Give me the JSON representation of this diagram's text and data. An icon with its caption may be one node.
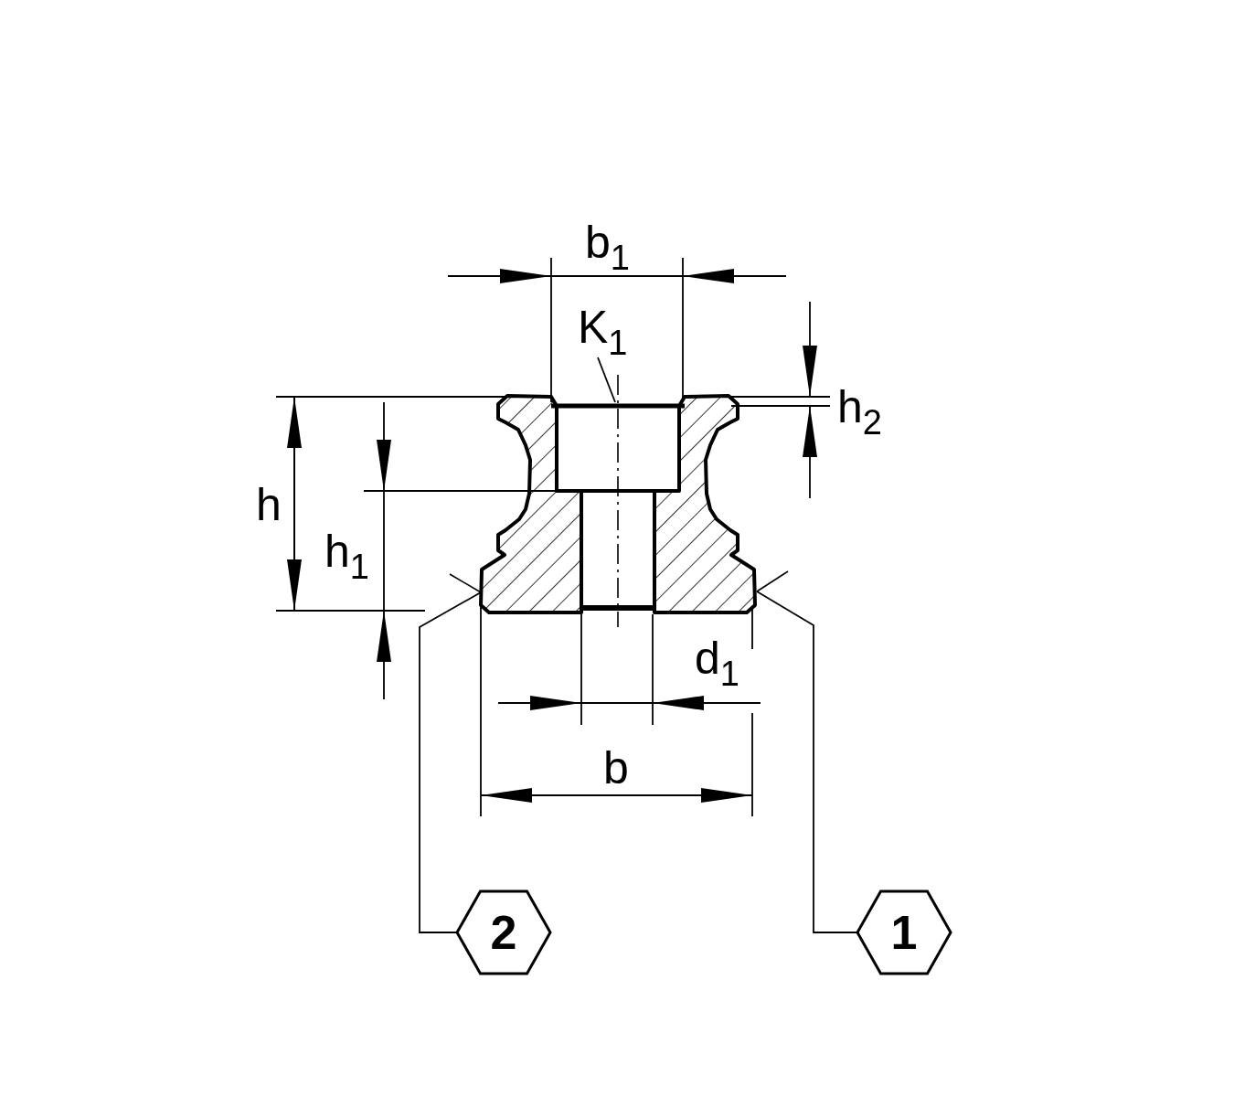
{
  "diagram": {
    "nodes": [
      {
        "text": [
          "K$_{1}$"
        ]
      },
      {
        "text": [
          "2"
        ]
      },
      {
        "text": [
          "1"
        ]
      }
    ],
    "edges": [
      {
        "from": 0,
        "to": null,
        "arrow": "none"
      },
      {
        "from": 1,
        "to": null,
        "arrow": "none"
      },
      {
        "from": 2,
        "to": null,
        "arrow": "none"
      }
    ],
    "labels": [
      "b$_{1}$",
      "h$_{2}$",
      "h",
      "h$_{1}$",
      "d$_{1}$",
      "b"
    ]
  }
}
